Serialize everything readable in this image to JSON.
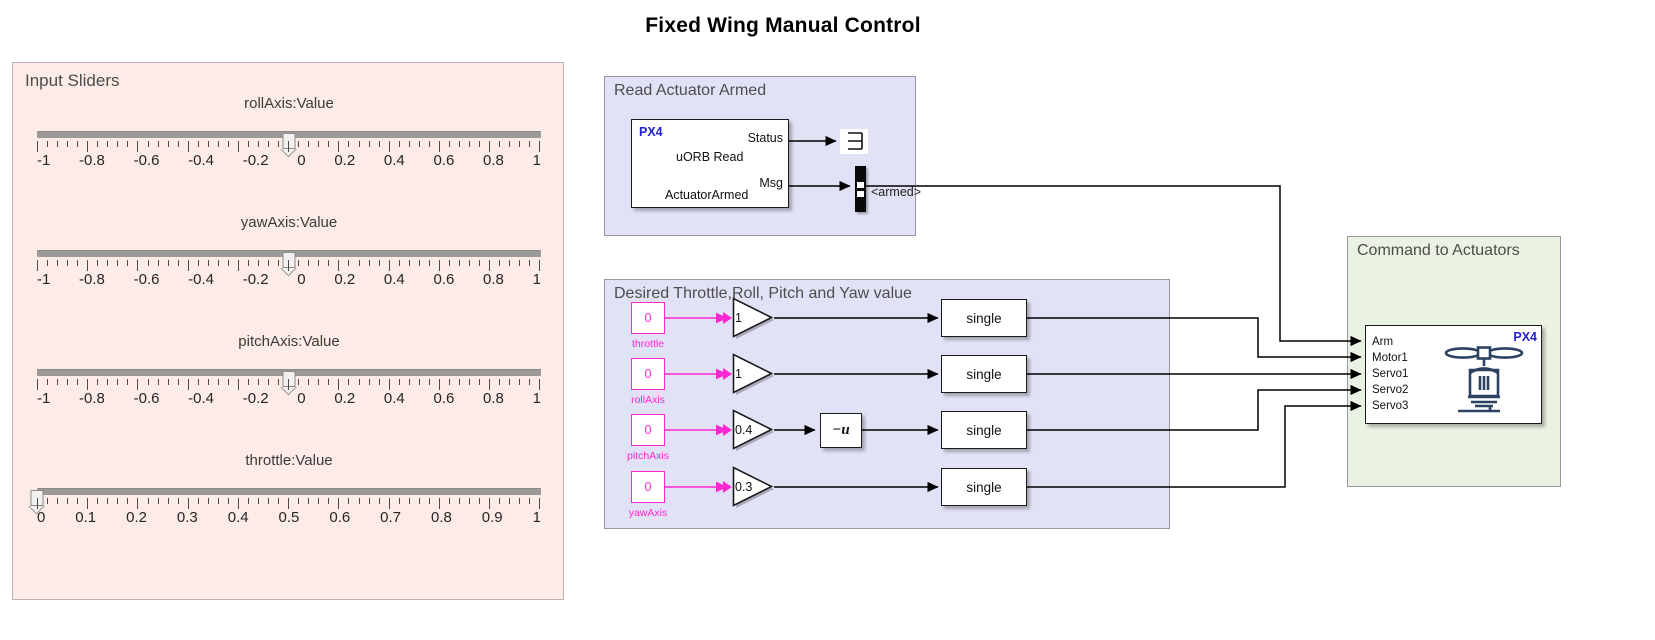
{
  "page": {
    "title": "Fixed Wing Manual Control"
  },
  "slider_panel": {
    "title": "Input Sliders",
    "sliders": [
      {
        "name": "rollAxis",
        "caption": "rollAxis:Value",
        "value": 0,
        "min": -1,
        "max": 1,
        "tick_labels": [
          "-1",
          "-0.8",
          "-0.6",
          "-0.4",
          "-0.2",
          "0",
          "0.2",
          "0.4",
          "0.6",
          "0.8",
          "1"
        ]
      },
      {
        "name": "yawAxis",
        "caption": "yawAxis:Value",
        "value": 0,
        "min": -1,
        "max": 1,
        "tick_labels": [
          "-1",
          "-0.8",
          "-0.6",
          "-0.4",
          "-0.2",
          "0",
          "0.2",
          "0.4",
          "0.6",
          "0.8",
          "1"
        ]
      },
      {
        "name": "pitchAxis",
        "caption": "pitchAxis:Value",
        "value": 0,
        "min": -1,
        "max": 1,
        "tick_labels": [
          "-1",
          "-0.8",
          "-0.6",
          "-0.4",
          "-0.2",
          "0",
          "0.2",
          "0.4",
          "0.6",
          "0.8",
          "1"
        ]
      },
      {
        "name": "throttle",
        "caption": "throttle:Value",
        "value": 0,
        "min": 0,
        "max": 1,
        "tick_labels": [
          "0",
          "0.1",
          "0.2",
          "0.3",
          "0.4",
          "0.5",
          "0.6",
          "0.7",
          "0.8",
          "0.9",
          "1"
        ]
      }
    ]
  },
  "read_actuator_armed": {
    "title": "Read Actuator Armed",
    "uorb_block": {
      "vendor_tag": "PX4",
      "line1": "uORB Read",
      "line2": "ActuatorArmed",
      "out_port_1": "Status",
      "out_port_2": "Msg"
    },
    "terminator_name": "Terminator",
    "bus_selector_signal": "<armed>"
  },
  "desired_values": {
    "title": "Desired Throttle,Roll, Pitch and Yaw value",
    "rows": [
      {
        "source_value": "0",
        "source_label": "throttle",
        "gain": "1",
        "has_unary_minus": false,
        "convert": "single"
      },
      {
        "source_value": "0",
        "source_label": "rollAxis",
        "gain": "1",
        "has_unary_minus": false,
        "convert": "single"
      },
      {
        "source_value": "0",
        "source_label": "pitchAxis",
        "gain": "0.4",
        "has_unary_minus": true,
        "unary_label": "−u",
        "convert": "single"
      },
      {
        "source_value": "0",
        "source_label": "yawAxis",
        "gain": "0.3",
        "has_unary_minus": false,
        "convert": "single"
      }
    ]
  },
  "command_to_actuators": {
    "title": "Command to Actuators",
    "block": {
      "vendor_tag": "PX4",
      "icon": "rotor-actuator-icon",
      "ports": [
        "Arm",
        "Motor1",
        "Servo1",
        "Servo2",
        "Servo3"
      ]
    }
  },
  "colors": {
    "slider_panel_bg": "#fcebe6",
    "subsystem_bg": "#e2e2f7",
    "command_bg": "#eaf2e3",
    "source_accent": "#ff28d0",
    "vendor_tag": "#2222cc",
    "wire": "#000000",
    "annotation_text": "#4d4d4d"
  }
}
